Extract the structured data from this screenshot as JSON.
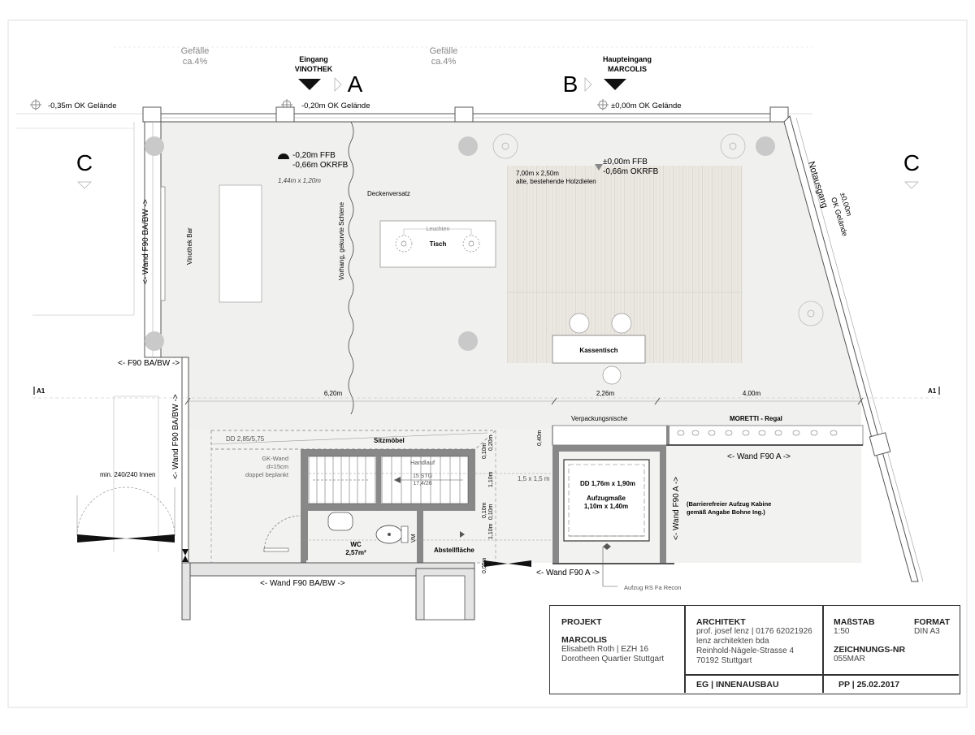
{
  "top_labels": {
    "gefaelle_left": "Gefälle",
    "gefaelle_left_val": "ca.4%",
    "gefaelle_mid": "Gefälle",
    "gefaelle_mid_val": "ca.4%",
    "eingang_line1": "Eingang",
    "eingang_line2": "VINOTHEK",
    "haupt_line1": "Haupteingang",
    "haupt_line2": "MARCOLIS",
    "letter_a": "A",
    "letter_b": "B",
    "letter_c_left": "C",
    "letter_c_right": "C",
    "level_left": "-0,35m OK Gelände",
    "level_mid": "-0,20m OK Gelände",
    "level_right": "±0,00m OK Gelände"
  },
  "interior": {
    "ffb_left_1": "-0,20m FFB",
    "ffb_left_2": "-0,66m OKRFB",
    "bar_size": "1,44m x 1,20m",
    "ffb_right_1": "±0,00m FFB",
    "ffb_right_2": "-0,66m OKRFB",
    "floor_note_1": "7,00m x 2,50m",
    "floor_note_2": "alte, bestehende Holzdielen",
    "deckenversatz": "Deckenversatz",
    "vorhang": "Vorhang, gekurvte Schiene",
    "vinothek_bar": "Vinothek Bar",
    "leuchten": "Leuchten",
    "tisch": "Tisch",
    "kassentisch": "Kassentisch",
    "notausgang": "Notausgang",
    "notausgang_level_1": "±0,00m",
    "notausgang_level_2": "OK Gelände",
    "dim_1": "6,20m",
    "dim_2": "2,26m",
    "dim_3": "4,00m",
    "section_left": "A1",
    "section_right": "A1",
    "wall_left_vert": "<- Wand F90 BA/BW ->",
    "wall_f90_horiz": "<- F90 BA/BW ->",
    "wall_left_vert_2": "<- Wand F90 BA/BW ->",
    "wall_bottom": "<- Wand F90 BA/BW ->",
    "wall_f90a_right": "<- Wand F90 A ->",
    "wall_f90a_bottom": "<- Wand F90 A ->",
    "wall_f90a_vert": "<- Wand F90 A ->",
    "door_size": "min. 240/240 Innen",
    "dd_285": "DD 2,85/5,75",
    "sitzmoebel": "Sitzmöbel",
    "gk_wand_1": "GK-Wand",
    "gk_wand_2": "d=15cm",
    "gk_wand_3": "doppel beplankt",
    "handlauf": "Handlauf",
    "stg_1": "15 STG",
    "stg_2": "17,4/26",
    "wc": "WC",
    "wc_area": "2,57m²",
    "vm": "VM",
    "abstell": "Abstellfläche",
    "verpackung": "Verpackungsnische",
    "moretti": "MORETTI - Regal",
    "dd_lift": "DD 1,76m x 1,90m",
    "aufzug_1": "Aufzugmaße",
    "aufzug_2": "1,10m x 1,40m",
    "lift_clear": "1,5 x 1,5 m",
    "barrierefrei_1": "(Barrierefreier Aufzug Kabine",
    "barrierefrei_2": "gemäß Angabe Bohne Ing.)",
    "aufzug_rs": "Aufzug RS Fa Recon",
    "dim_040": "0,40m",
    "dim_010a": "0,10m",
    "dim_110a": "1,10m",
    "dim_010b": "0,10m",
    "dim_110b": "1,10m",
    "dim_005": "0,05m",
    "dim_020": "0,20m",
    "dim_010c": "0,10m"
  },
  "title_block": {
    "projekt_label": "PROJEKT",
    "projekt_name": "MARCOLIS",
    "projekt_line2": "Elisabeth Roth  |  EZH 16",
    "projekt_line3": "Dorotheen Quartier Stuttgart",
    "architekt_label": "ARCHITEKT",
    "architekt_line1": "prof. josef lenz | 0176 62021926",
    "architekt_line2": "lenz architekten bda",
    "architekt_line3": "Reinhold-Nägele-Strasse 4",
    "architekt_line4": "70192 Stuttgart",
    "massstab_label": "MAßSTAB",
    "massstab_value": "1:50",
    "format_label": "FORMAT",
    "format_value": "DIN A3",
    "zeichnung_label": "ZEICHNUNGS-NR",
    "zeichnung_value": "055MAR",
    "eg_label": "EG  |  INNENAUSBAU",
    "pp_label": "PP  |  25.02.2017"
  }
}
